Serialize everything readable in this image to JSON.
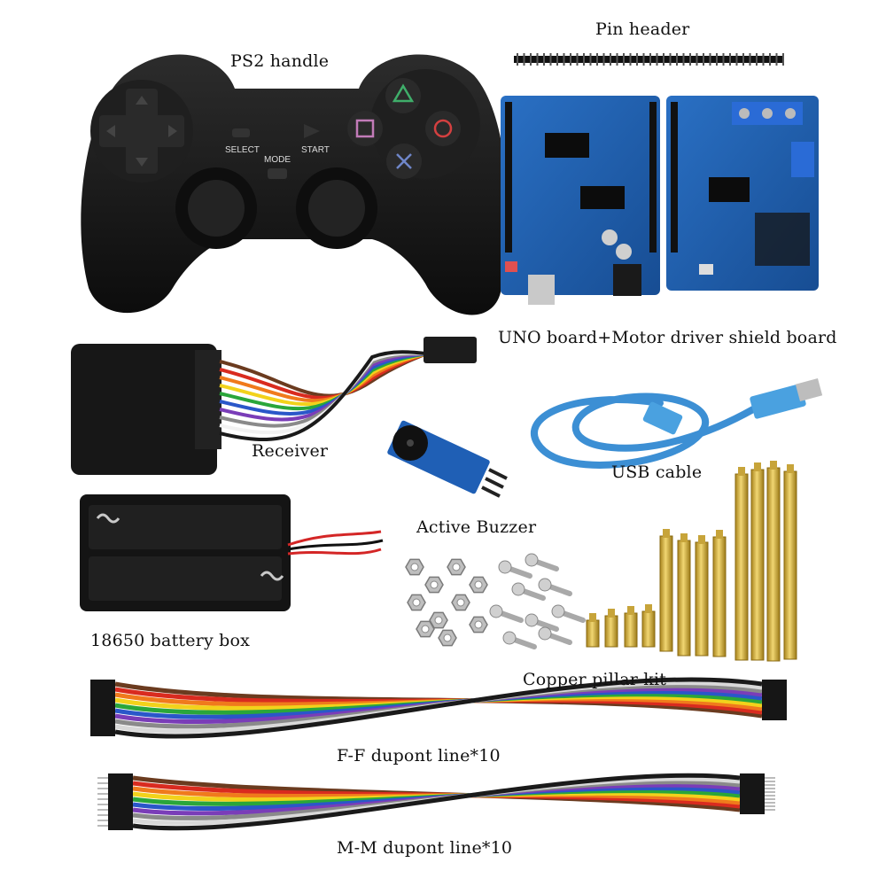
{
  "labels": {
    "pin_header": "Pin header",
    "ps2_handle": "PS2 handle",
    "uno_board": "UNO board+Motor driver shield board",
    "receiver": "Receiver",
    "usb_cable": "USB cable",
    "active_buzzer": "Active Buzzer",
    "battery_box": "18650 battery box",
    "copper_pillar": "Copper pillar kit",
    "ff_dupont": "F-F dupont line*10",
    "mm_dupont": "M-M dupont line*10"
  },
  "controller_buttons": {
    "select": "SELECT",
    "mode": "MODE",
    "start": "START"
  },
  "wire_colors": [
    "#6b3b1f",
    "#d92b1f",
    "#f07a1c",
    "#f2d21b",
    "#2aa63a",
    "#2a57c9",
    "#7a3db8",
    "#8a8a8a",
    "#f2f2f2",
    "#1a1a1a"
  ],
  "colors": {
    "pcb_blue": "#1d5fb0",
    "brass": "#d4af37",
    "controller": "#161616"
  }
}
